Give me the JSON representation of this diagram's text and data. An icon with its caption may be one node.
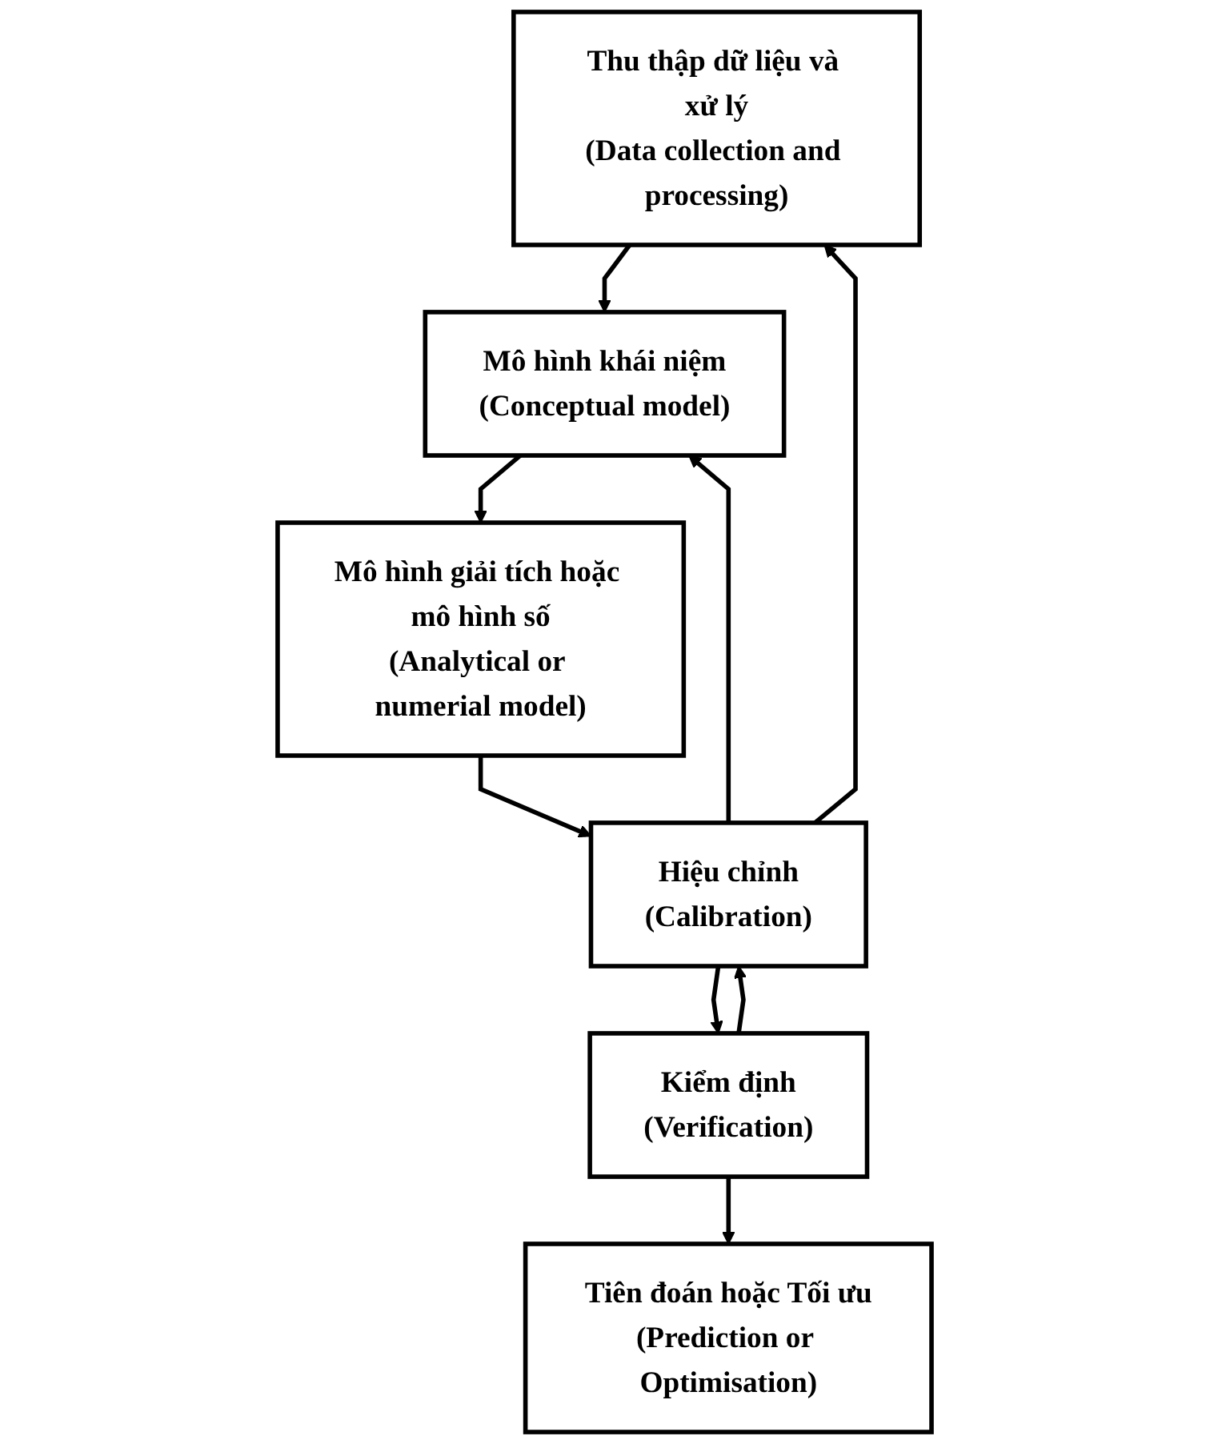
{
  "diagram": {
    "nodes": [
      {
        "text": [
          "Thu thập dữ liệu và xử lý",
          "(Data collection and processing)"
        ]
      },
      {
        "text": [
          "Mô hình khái niệm",
          "(Conceptual model)"
        ]
      },
      {
        "text": [
          "Mô hình giải tích hoặc mô hình số",
          "(Analytical or numerial model)"
        ]
      },
      {
        "text": [
          "Hiệu chỉnh",
          "(Calibration)"
        ]
      },
      {
        "text": [
          "Kiểm định",
          "(Verification)"
        ]
      },
      {
        "text": [
          "Tiên đoán hoặc Tối ưu",
          "(Prediction or Optimisation)"
        ]
      }
    ],
    "edges": [
      {
        "from": 0,
        "to": 1,
        "arrow": "to"
      },
      {
        "from": 1,
        "to": 2,
        "arrow": "to"
      },
      {
        "from": 2,
        "to": 3,
        "arrow": "to"
      },
      {
        "from": 3,
        "to": 0,
        "arrow": "to"
      },
      {
        "from": 3,
        "to": 1,
        "arrow": "to"
      },
      {
        "from": 3,
        "to": 4,
        "arrow": "to"
      },
      {
        "from": 4,
        "to": 3,
        "arrow": "to"
      },
      {
        "from": 4,
        "to": 5,
        "arrow": "to"
      }
    ]
  }
}
